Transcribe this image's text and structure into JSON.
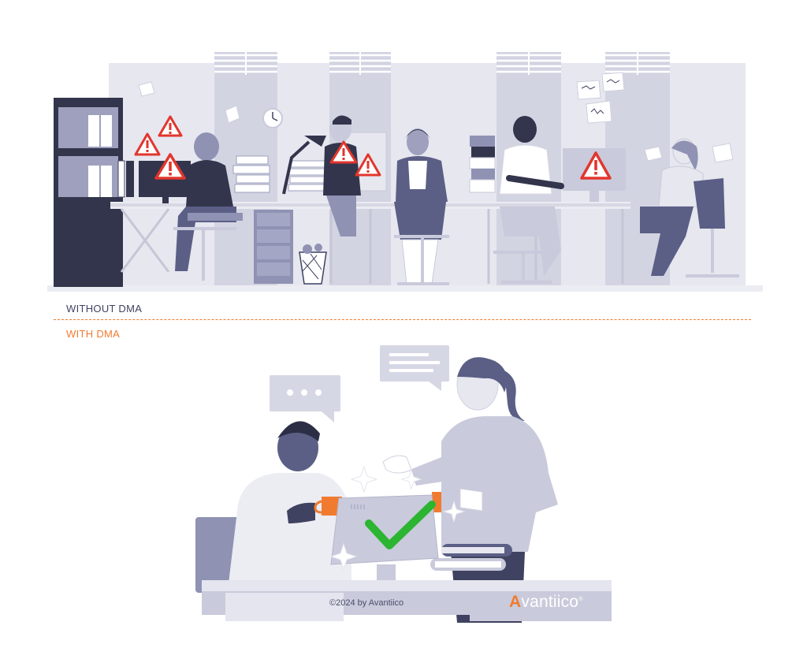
{
  "sections": {
    "without_label": "WITHOUT DMA",
    "with_label": "WITH DMA"
  },
  "footer": {
    "copyright": "©2024 by Avantiico",
    "logo_initial": "A",
    "logo_rest": "vantiico",
    "logo_mark": "®"
  },
  "icons": {
    "warning": "warning-triangle-icon",
    "success": "checkmark-icon"
  },
  "colors": {
    "accent": "#f07b2f",
    "warning": "#e2362d",
    "success": "#2bb531",
    "ink": "#3f4260",
    "muted": "#c9cadb",
    "panel": "#e4e5ee"
  }
}
